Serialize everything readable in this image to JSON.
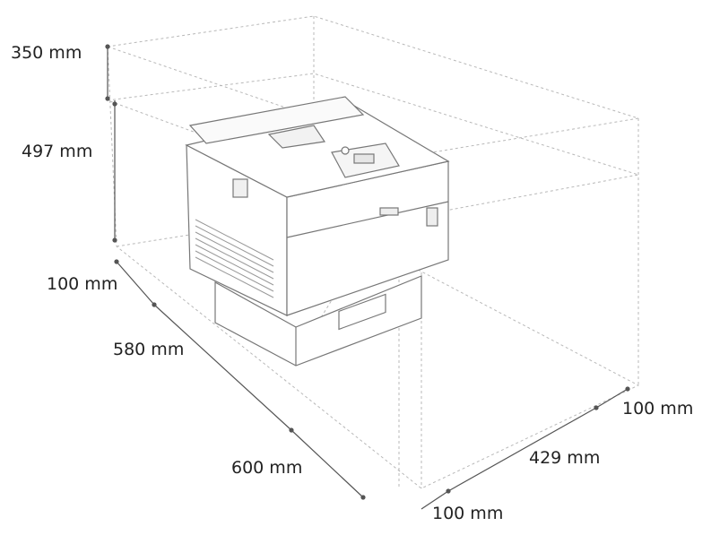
{
  "labels": {
    "clearance_top": "350 mm",
    "printer_height": "497 mm",
    "clearance_rear_depth": "100 mm",
    "printer_depth": "580 mm",
    "clearance_front": "600 mm",
    "clearance_right": "100 mm",
    "printer_width": "429 mm",
    "clearance_left": "100 mm"
  },
  "colors": {
    "guide_line": "#b8b8b8",
    "dim_line": "#555555",
    "printer_outline": "#777777",
    "text": "#222222"
  }
}
